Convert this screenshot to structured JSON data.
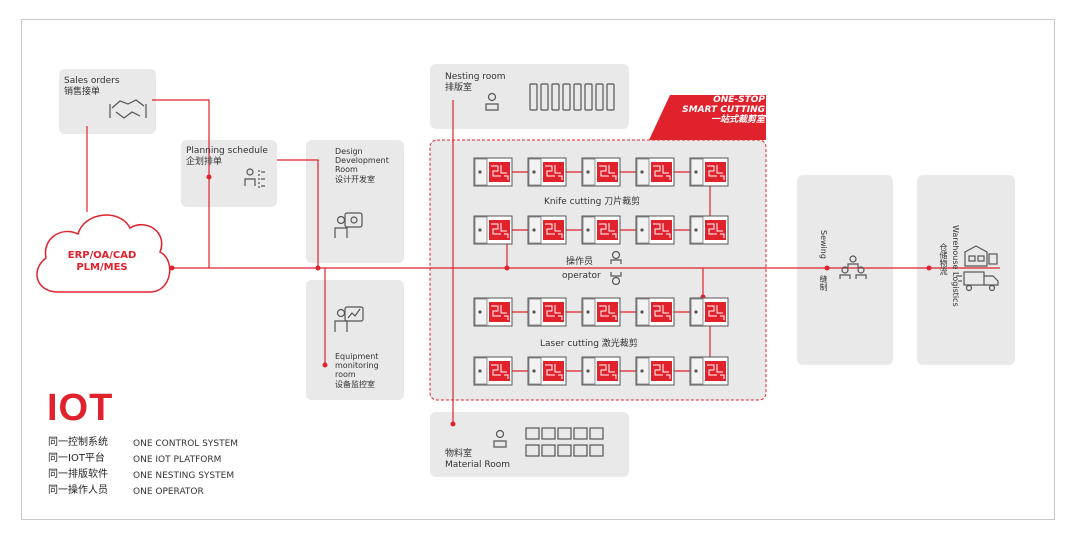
{
  "sales": {
    "en": "Sales orders",
    "cn": "销售接单"
  },
  "planning": {
    "en": "Planning schedule",
    "cn": "企划排单"
  },
  "design": {
    "l1": "Design",
    "l2": "Development",
    "l3": "Room",
    "cn": "设计开发室"
  },
  "equipment": {
    "l1": "Equipment",
    "l2": "monitoring",
    "l3": "room",
    "cn": "设备监控室"
  },
  "nesting": {
    "en": "Nesting room",
    "cn": "排版室"
  },
  "material": {
    "cn": "物料室",
    "en": "Material Room"
  },
  "erp": {
    "l1": "ERP/OA/CAD",
    "l2": "PLM/MES"
  },
  "one_stop": {
    "l1": "ONE-STOP",
    "l2": "SMART CUTTING",
    "l3": "一站式裁剪室"
  },
  "knife": "Knife cutting 刀片裁剪",
  "laser": "Laser cutting 激光裁剪",
  "operator": {
    "cn": "操作员",
    "en": "operator"
  },
  "sewing": {
    "en": "Sewing",
    "cn": "缝制"
  },
  "warehouse": {
    "en": "Warehouse Logistics",
    "cn": "仓储物流"
  },
  "iot": {
    "title": "IOT",
    "rows": [
      {
        "cn": "同一控制系统",
        "en": "ONE CONTROL SYSTEM"
      },
      {
        "cn": "同一IOT平台",
        "en": "ONE IOT PLATFORM"
      },
      {
        "cn": "同一排版软件",
        "en": "ONE NESTING SYSTEM"
      },
      {
        "cn": "同一操作人员",
        "en": "ONE OPERATOR"
      }
    ]
  },
  "colors": {
    "accent": "#e0222d",
    "box": "#e9e9e9"
  }
}
